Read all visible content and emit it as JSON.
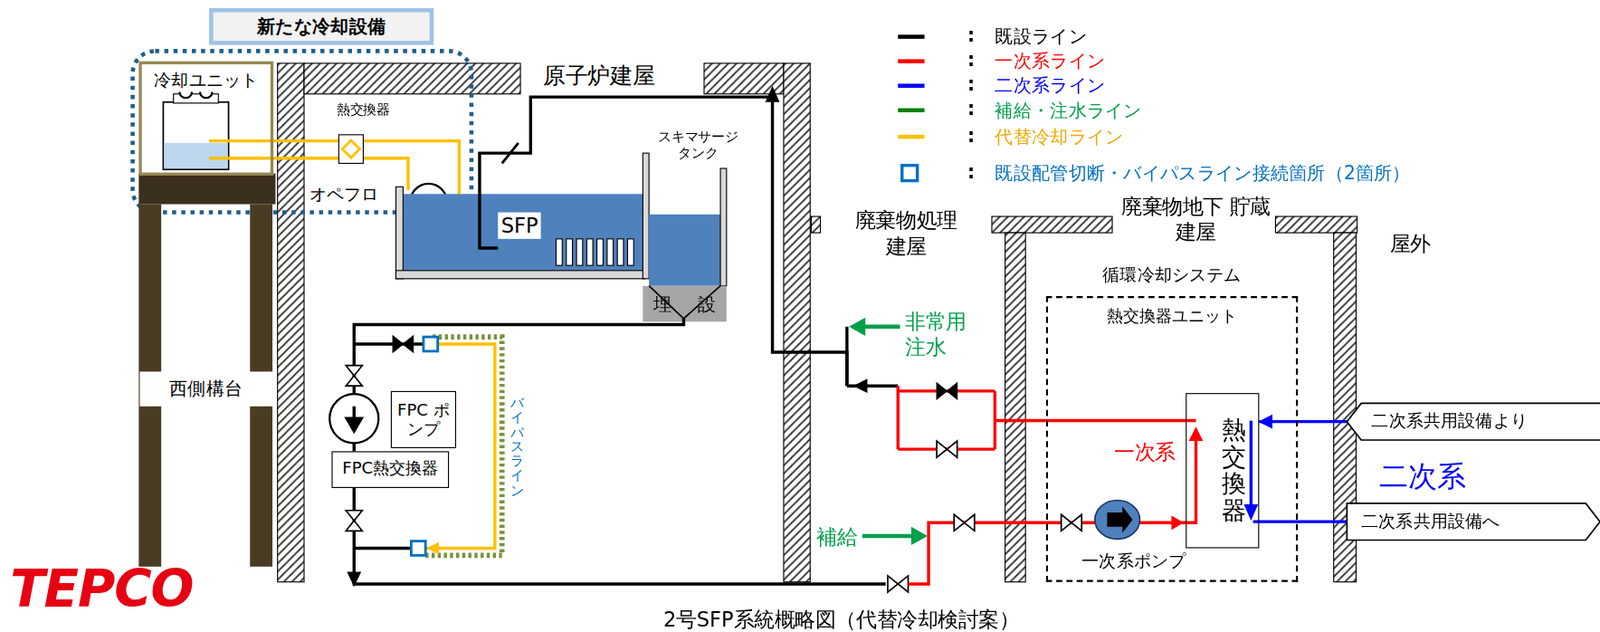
{
  "diagram": {
    "caption": "2号SFP系統概略図（代替冷却検討案）",
    "nodes": [
      {
        "text": [
          "新たな冷却設備"
        ]
      },
      {
        "text": [
          "冷却ユニット"
        ]
      },
      {
        "text": [
          "西側構台"
        ]
      },
      {
        "text": [
          "FPC ポンプ"
        ]
      },
      {
        "text": [
          "FPC熱交換器"
        ]
      },
      {
        "text": [
          "循環冷却システム",
          "熱交換器ユニット"
        ]
      },
      {
        "text": [
          "熱交換器"
        ],
        "in": 5
      },
      {
        "text": [
          "二次系共用設備より"
        ]
      },
      {
        "text": [
          "二次系共用設備へ"
        ]
      }
    ],
    "edges": [
      {
        "from": 7,
        "to": 6,
        "arrow": "to"
      },
      {
        "from": 6,
        "to": 8,
        "arrow": "none"
      }
    ],
    "labels": [
      "熱交換器",
      "オペフロ",
      "原子炉建屋",
      "スキマサージ タンク",
      "SFP",
      "埋",
      "設",
      "バイパスライン",
      "廃棄物処理 建屋",
      "廃棄物地下 貯蔵建屋",
      "屋外",
      "非常用 注水",
      "補給",
      "一次系",
      "二次系",
      "一次系ポンプ",
      "TEPCO",
      ":",
      ":",
      ":",
      ":",
      ":",
      ":"
    ],
    "legend": [
      {
        "text": "既設ライン",
        "color": "#000000"
      },
      {
        "text": "一次系ライン",
        "color": "#ff0000"
      },
      {
        "text": "二次系ライン",
        "color": "#0000ff"
      },
      {
        "text": "補給・注水ライン",
        "color": "#008000"
      },
      {
        "text": "代替冷却ライン",
        "color": "#ffc000"
      },
      {
        "text": "既設配管切断・バイパスライン接続箇所（2箇所）"
      }
    ]
  }
}
